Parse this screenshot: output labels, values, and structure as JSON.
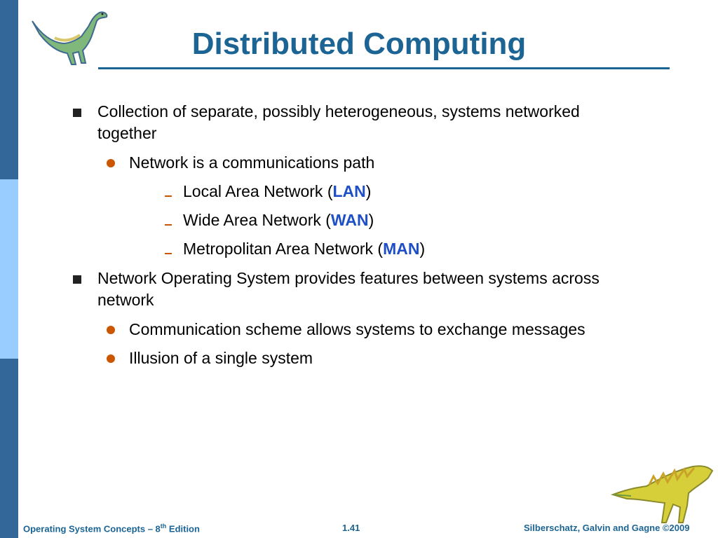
{
  "slide": {
    "title": "Distributed Computing",
    "bullets": [
      {
        "text": "Collection of separate, possibly heterogeneous, systems networked",
        "text_cont": "together"
      },
      {
        "text": "Network is a communications path"
      },
      {
        "prefix": "Local Area Network (",
        "keyword": "LAN",
        "suffix": ")"
      },
      {
        "prefix": "Wide Area Network (",
        "keyword": "WAN",
        "suffix": ")"
      },
      {
        "prefix": "Metropolitan Area Network (",
        "keyword": "MAN",
        "suffix": ")"
      },
      {
        "text": "Network Operating System provides features between systems across",
        "text_cont": "network"
      },
      {
        "text": "Communication scheme allows systems to exchange messages"
      },
      {
        "text": "Illusion of a single system"
      }
    ]
  },
  "footer": {
    "left": "Operating System Concepts – 8",
    "left_sup": "th",
    "left_suffix": " Edition",
    "center": "1.41",
    "right": "Silberschatz, Galvin and Gagne ©2009"
  },
  "colors": {
    "title": "#1b6493",
    "sidebar_dark": "#336699",
    "sidebar_light": "#99ccff",
    "keyword": "#1f4fc7",
    "bullet_round": "#cc5500"
  },
  "icons": {
    "top_left": "dinosaur-logo-icon",
    "bottom_right": "dinosaur-logo-icon"
  }
}
